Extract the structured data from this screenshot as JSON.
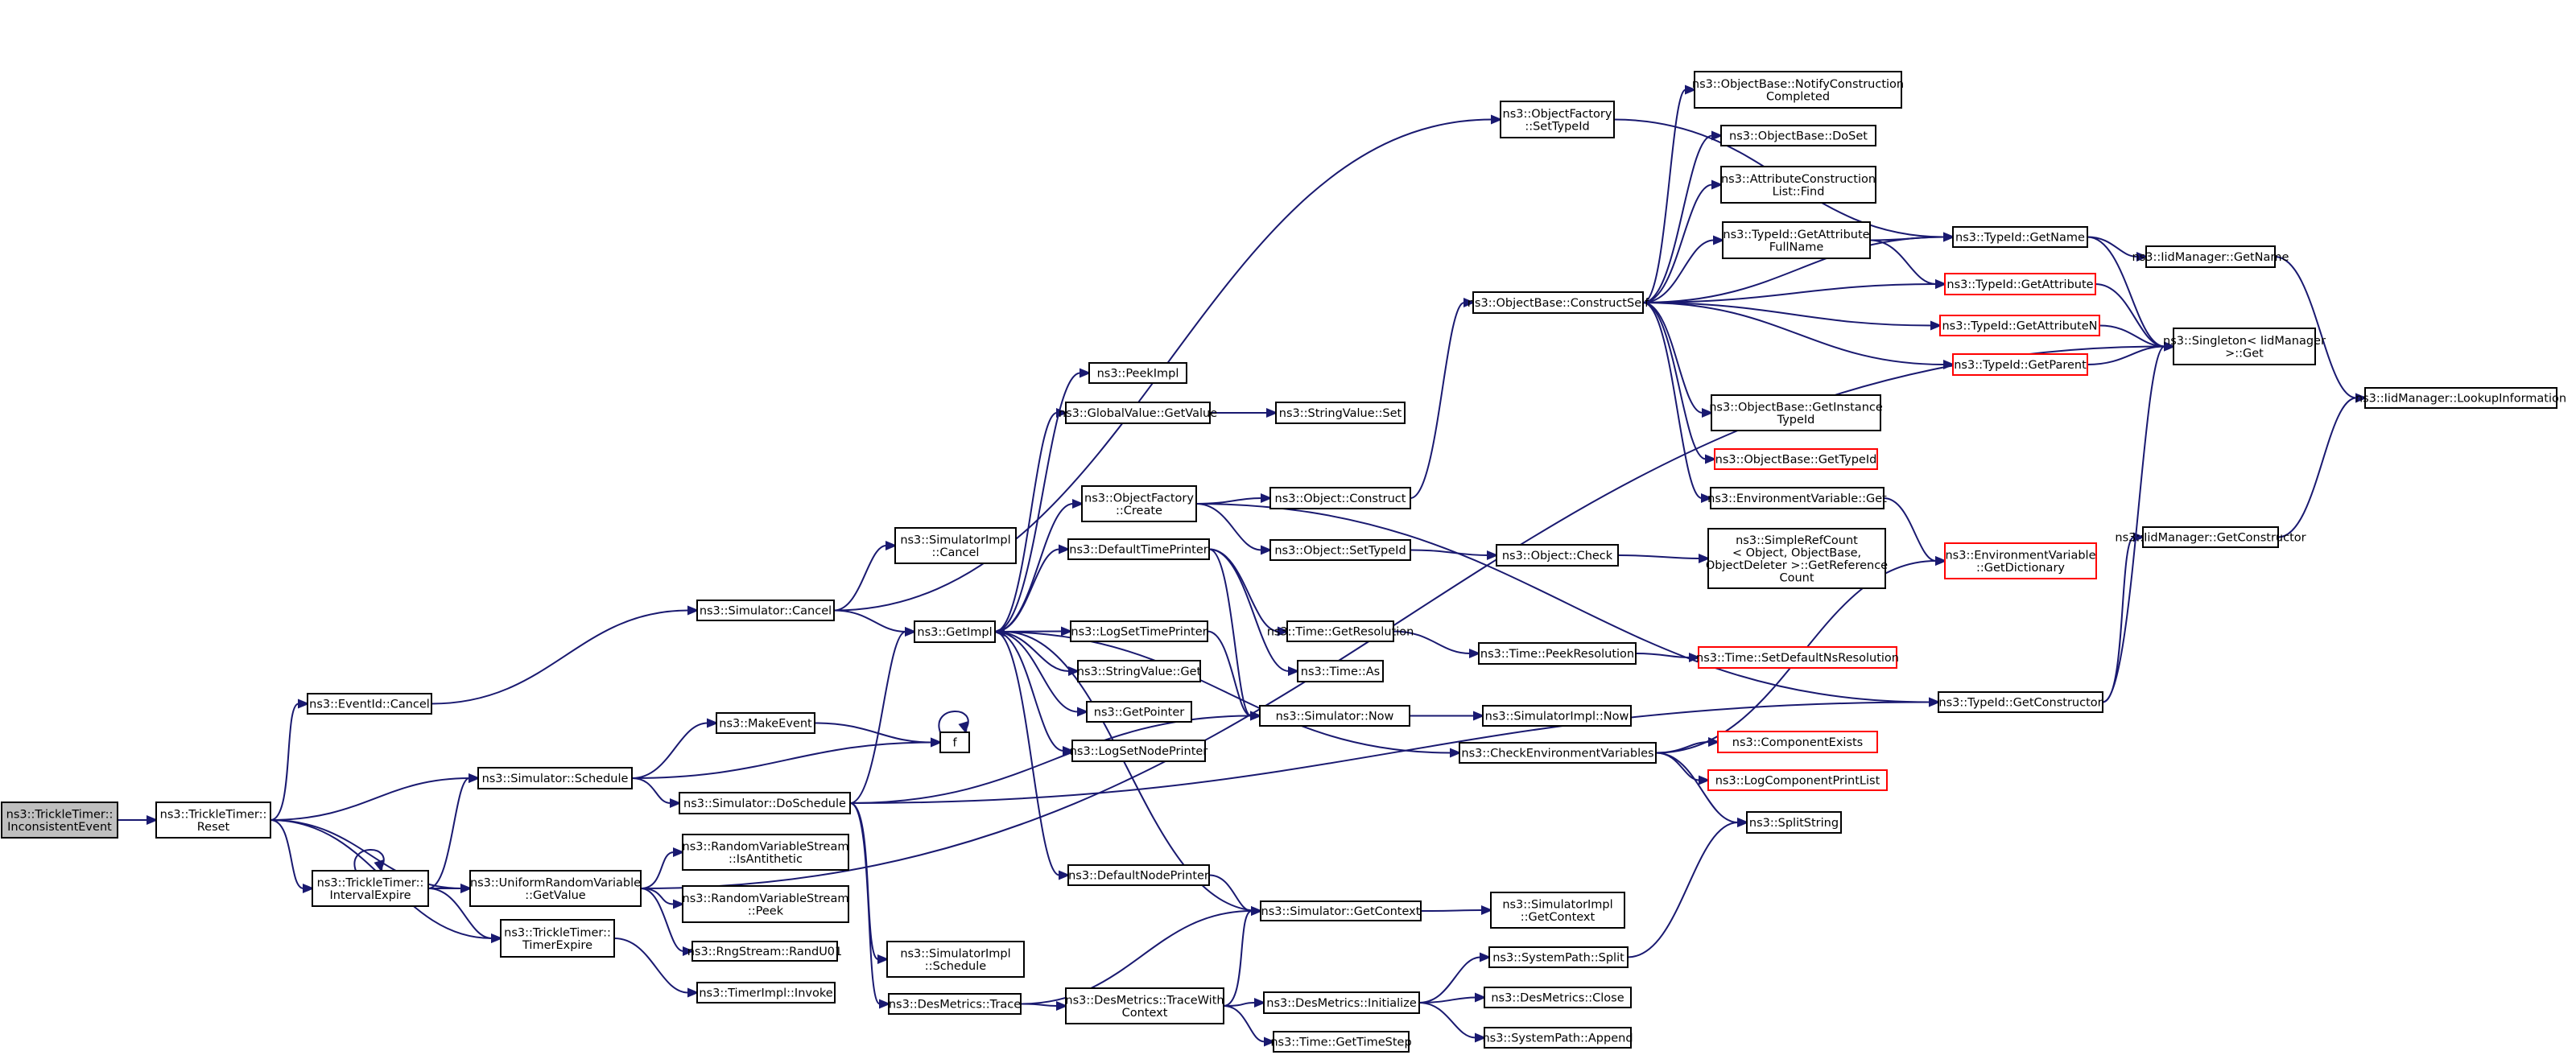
{
  "colors": {
    "edge": "#191970",
    "border": "#000000",
    "border_incomplete": "#ff0000",
    "root_fill": "#bfbfbf",
    "fill": "#ffffff"
  },
  "nodes": [
    {
      "id": "root",
      "lines": [
        "ns3::TrickleTimer::",
        "InconsistentEvent"
      ],
      "kind": "root"
    },
    {
      "id": "reset",
      "lines": [
        "ns3::TrickleTimer::",
        "Reset"
      ]
    },
    {
      "id": "eventcancel",
      "lines": [
        "ns3::EventId::Cancel"
      ]
    },
    {
      "id": "simschedule",
      "lines": [
        "ns3::Simulator::Schedule"
      ]
    },
    {
      "id": "interval",
      "lines": [
        "ns3::TrickleTimer::",
        "IntervalExpire"
      ]
    },
    {
      "id": "uniform",
      "lines": [
        "ns3::UniformRandomVariable",
        "::GetValue"
      ]
    },
    {
      "id": "timerexpire",
      "lines": [
        "ns3::TrickleTimer::",
        "TimerExpire"
      ]
    },
    {
      "id": "simcancel",
      "lines": [
        "ns3::Simulator::Cancel"
      ]
    },
    {
      "id": "makeevent",
      "lines": [
        "ns3::MakeEvent"
      ]
    },
    {
      "id": "f",
      "lines": [
        "f"
      ]
    },
    {
      "id": "doschedule",
      "lines": [
        "ns3::Simulator::DoSchedule"
      ]
    },
    {
      "id": "antithetic",
      "lines": [
        "ns3::RandomVariableStream",
        "::IsAntithetic"
      ]
    },
    {
      "id": "peek",
      "lines": [
        "ns3::RandomVariableStream",
        "::Peek"
      ]
    },
    {
      "id": "randu01",
      "lines": [
        "ns3::RngStream::RandU01"
      ]
    },
    {
      "id": "invoke",
      "lines": [
        "ns3::TimerImpl::Invoke"
      ]
    },
    {
      "id": "implcancel",
      "lines": [
        "ns3::SimulatorImpl",
        "::Cancel"
      ]
    },
    {
      "id": "getimpl",
      "lines": [
        "ns3::GetImpl"
      ]
    },
    {
      "id": "implschedule",
      "lines": [
        "ns3::SimulatorImpl",
        "::Schedule"
      ]
    },
    {
      "id": "destrace",
      "lines": [
        "ns3::DesMetrics::Trace"
      ]
    },
    {
      "id": "peekimpl",
      "lines": [
        "ns3::PeekImpl"
      ]
    },
    {
      "id": "gvgetvalue",
      "lines": [
        "ns3::GlobalValue::GetValue"
      ]
    },
    {
      "id": "ofcreate",
      "lines": [
        "ns3::ObjectFactory",
        "::Create"
      ]
    },
    {
      "id": "deftimeprinter",
      "lines": [
        "ns3::DefaultTimePrinter"
      ]
    },
    {
      "id": "logsettime",
      "lines": [
        "ns3::LogSetTimePrinter"
      ]
    },
    {
      "id": "strget",
      "lines": [
        "ns3::StringValue::Get"
      ]
    },
    {
      "id": "getpointer",
      "lines": [
        "ns3::GetPointer"
      ]
    },
    {
      "id": "logsetnode",
      "lines": [
        "ns3::LogSetNodePrinter"
      ]
    },
    {
      "id": "defnodeprinter",
      "lines": [
        "ns3::DefaultNodePrinter"
      ]
    },
    {
      "id": "simgetcontext",
      "lines": [
        "ns3::Simulator::GetContext"
      ]
    },
    {
      "id": "tracewith",
      "lines": [
        "ns3::DesMetrics::TraceWith",
        "Context"
      ]
    },
    {
      "id": "strset",
      "lines": [
        "ns3::StringValue::Set"
      ]
    },
    {
      "id": "objconstruct",
      "lines": [
        "ns3::Object::Construct"
      ]
    },
    {
      "id": "objsettypeid",
      "lines": [
        "ns3::Object::SetTypeId"
      ]
    },
    {
      "id": "getresolution",
      "lines": [
        "ns3::Time::GetResolution"
      ]
    },
    {
      "id": "timeas",
      "lines": [
        "ns3::Time::As"
      ]
    },
    {
      "id": "simnow",
      "lines": [
        "ns3::Simulator::Now"
      ]
    },
    {
      "id": "checkenv",
      "lines": [
        "ns3::CheckEnvironmentVariables"
      ]
    },
    {
      "id": "implgetcontext",
      "lines": [
        "ns3::SimulatorImpl",
        "::GetContext"
      ]
    },
    {
      "id": "desinit",
      "lines": [
        "ns3::DesMetrics::Initialize"
      ]
    },
    {
      "id": "gettimestep",
      "lines": [
        "ns3::Time::GetTimeStep"
      ]
    },
    {
      "id": "ofsettypeid",
      "lines": [
        "ns3::ObjectFactory",
        "::SetTypeId"
      ]
    },
    {
      "id": "constructself",
      "lines": [
        "ns3::ObjectBase::ConstructSelf"
      ]
    },
    {
      "id": "objcheck",
      "lines": [
        "ns3::Object::Check"
      ]
    },
    {
      "id": "peekres",
      "lines": [
        "ns3::Time::PeekResolution"
      ]
    },
    {
      "id": "implnow",
      "lines": [
        "ns3::SimulatorImpl::Now"
      ]
    },
    {
      "id": "syssplit",
      "lines": [
        "ns3::SystemPath::Split"
      ]
    },
    {
      "id": "desclose",
      "lines": [
        "ns3::DesMetrics::Close"
      ]
    },
    {
      "id": "sysappend",
      "lines": [
        "ns3::SystemPath::Append"
      ]
    },
    {
      "id": "notifyconstr",
      "lines": [
        "ns3::ObjectBase::NotifyConstruction",
        "Completed"
      ]
    },
    {
      "id": "doset",
      "lines": [
        "ns3::ObjectBase::DoSet"
      ]
    },
    {
      "id": "attrfind",
      "lines": [
        "ns3::AttributeConstruction",
        "List::Find"
      ]
    },
    {
      "id": "getattrfull",
      "lines": [
        "ns3::TypeId::GetAttribute",
        "FullName"
      ]
    },
    {
      "id": "getinstance",
      "lines": [
        "ns3::ObjectBase::GetInstance",
        "TypeId"
      ]
    },
    {
      "id": "obgettypeid",
      "lines": [
        "ns3::ObjectBase::GetTypeId"
      ],
      "kind": "incomplete"
    },
    {
      "id": "envget",
      "lines": [
        "ns3::EnvironmentVariable::Get"
      ]
    },
    {
      "id": "refcount",
      "lines": [
        "ns3::SimpleRefCount",
        "< Object, ObjectBase,",
        "ObjectDeleter >::GetReference",
        "Count"
      ]
    },
    {
      "id": "setdefaultres",
      "lines": [
        "ns3::Time::SetDefaultNsResolution"
      ],
      "kind": "incomplete"
    },
    {
      "id": "compexists",
      "lines": [
        "ns3::ComponentExists"
      ],
      "kind": "incomplete"
    },
    {
      "id": "logcomplist",
      "lines": [
        "ns3::LogComponentPrintList"
      ],
      "kind": "incomplete"
    },
    {
      "id": "splitstring",
      "lines": [
        "ns3::SplitString"
      ]
    },
    {
      "id": "gettypename",
      "lines": [
        "ns3::TypeId::GetName"
      ]
    },
    {
      "id": "getattribute",
      "lines": [
        "ns3::TypeId::GetAttribute"
      ],
      "kind": "incomplete"
    },
    {
      "id": "getattributen",
      "lines": [
        "ns3::TypeId::GetAttributeN"
      ],
      "kind": "incomplete"
    },
    {
      "id": "getparent",
      "lines": [
        "ns3::TypeId::GetParent"
      ],
      "kind": "incomplete"
    },
    {
      "id": "getdictionary",
      "lines": [
        "ns3::EnvironmentVariable",
        "::GetDictionary"
      ],
      "kind": "incomplete"
    },
    {
      "id": "getconstructor",
      "lines": [
        "ns3::TypeId::GetConstructor"
      ]
    },
    {
      "id": "iidgetname",
      "lines": [
        "ns3::IidManager::GetName"
      ]
    },
    {
      "id": "singletonget",
      "lines": [
        "ns3::Singleton< IidManager",
        "  >::Get"
      ]
    },
    {
      "id": "iidgetconstructor",
      "lines": [
        "ns3::IidManager::GetConstructor"
      ]
    },
    {
      "id": "lookupinfo",
      "lines": [
        "ns3::IidManager::LookupInformation"
      ]
    }
  ],
  "edges": [
    [
      "root",
      "reset"
    ],
    [
      "reset",
      "eventcancel"
    ],
    [
      "reset",
      "simschedule"
    ],
    [
      "reset",
      "interval"
    ],
    [
      "reset",
      "uniform"
    ],
    [
      "reset",
      "timerexpire"
    ],
    [
      "eventcancel",
      "simcancel"
    ],
    [
      "simcancel",
      "implcancel"
    ],
    [
      "simcancel",
      "getimpl"
    ],
    [
      "simcancel",
      "ofsettypeid"
    ],
    [
      "simschedule",
      "makeevent"
    ],
    [
      "simschedule",
      "f"
    ],
    [
      "simschedule",
      "doschedule"
    ],
    [
      "makeevent",
      "f"
    ],
    [
      "f",
      "f"
    ],
    [
      "interval",
      "interval"
    ],
    [
      "interval",
      "simschedule"
    ],
    [
      "interval",
      "uniform"
    ],
    [
      "interval",
      "timerexpire"
    ],
    [
      "uniform",
      "antithetic"
    ],
    [
      "uniform",
      "peek"
    ],
    [
      "uniform",
      "randu01"
    ],
    [
      "uniform",
      "singletonget"
    ],
    [
      "timerexpire",
      "invoke"
    ],
    [
      "doschedule",
      "getimpl"
    ],
    [
      "doschedule",
      "implschedule"
    ],
    [
      "doschedule",
      "destrace"
    ],
    [
      "doschedule",
      "simnow"
    ],
    [
      "doschedule",
      "getconstructor"
    ],
    [
      "getimpl",
      "peekimpl"
    ],
    [
      "getimpl",
      "gvgetvalue"
    ],
    [
      "getimpl",
      "ofcreate"
    ],
    [
      "getimpl",
      "deftimeprinter"
    ],
    [
      "getimpl",
      "logsettime"
    ],
    [
      "getimpl",
      "strget"
    ],
    [
      "getimpl",
      "getpointer"
    ],
    [
      "getimpl",
      "logsetnode"
    ],
    [
      "getimpl",
      "defnodeprinter"
    ],
    [
      "getimpl",
      "checkenv"
    ],
    [
      "gvgetvalue",
      "strset"
    ],
    [
      "ofcreate",
      "objconstruct"
    ],
    [
      "ofcreate",
      "objsettypeid"
    ],
    [
      "ofcreate",
      "getconstructor"
    ],
    [
      "objconstruct",
      "constructself"
    ],
    [
      "objsettypeid",
      "objcheck"
    ],
    [
      "objcheck",
      "refcount"
    ],
    [
      "deftimeprinter",
      "getresolution"
    ],
    [
      "deftimeprinter",
      "timeas"
    ],
    [
      "deftimeprinter",
      "simnow"
    ],
    [
      "logsettime",
      "simnow"
    ],
    [
      "getresolution",
      "peekres"
    ],
    [
      "peekres",
      "setdefaultres"
    ],
    [
      "simnow",
      "implnow"
    ],
    [
      "defnodeprinter",
      "simgetcontext"
    ],
    [
      "simgetcontext",
      "implgetcontext"
    ],
    [
      "simgetcontext",
      "getimpl"
    ],
    [
      "destrace",
      "simgetcontext"
    ],
    [
      "destrace",
      "tracewith"
    ],
    [
      "tracewith",
      "simgetcontext"
    ],
    [
      "tracewith",
      "desinit"
    ],
    [
      "tracewith",
      "gettimestep"
    ],
    [
      "desinit",
      "syssplit"
    ],
    [
      "desinit",
      "desclose"
    ],
    [
      "desinit",
      "sysappend"
    ],
    [
      "syssplit",
      "splitstring"
    ],
    [
      "checkenv",
      "getdictionary"
    ],
    [
      "checkenv",
      "compexists"
    ],
    [
      "checkenv",
      "logcomplist"
    ],
    [
      "checkenv",
      "splitstring"
    ],
    [
      "ofsettypeid",
      "gettypename"
    ],
    [
      "constructself",
      "gettypename"
    ],
    [
      "constructself",
      "notifyconstr"
    ],
    [
      "constructself",
      "doset"
    ],
    [
      "constructself",
      "attrfind"
    ],
    [
      "constructself",
      "getattrfull"
    ],
    [
      "constructself",
      "getattribute"
    ],
    [
      "constructself",
      "getattributen"
    ],
    [
      "constructself",
      "getparent"
    ],
    [
      "constructself",
      "getinstance"
    ],
    [
      "constructself",
      "obgettypeid"
    ],
    [
      "constructself",
      "envget"
    ],
    [
      "getattrfull",
      "gettypename"
    ],
    [
      "getattrfull",
      "getattribute"
    ],
    [
      "gettypename",
      "iidgetname"
    ],
    [
      "gettypename",
      "singletonget"
    ],
    [
      "iidgetname",
      "lookupinfo"
    ],
    [
      "getattribute",
      "singletonget"
    ],
    [
      "getattributen",
      "singletonget"
    ],
    [
      "getparent",
      "singletonget"
    ],
    [
      "envget",
      "getdictionary"
    ],
    [
      "getconstructor",
      "singletonget"
    ],
    [
      "getconstructor",
      "iidgetconstructor"
    ],
    [
      "iidgetconstructor",
      "lookupinfo"
    ]
  ]
}
